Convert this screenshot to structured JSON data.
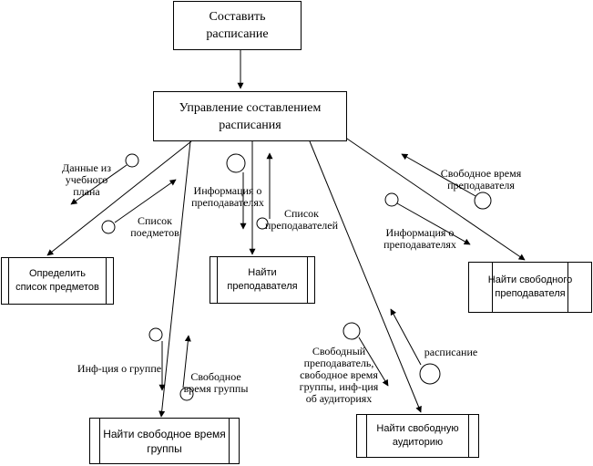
{
  "nodes": {
    "root": {
      "text": "Составить\nрасписание"
    },
    "manager": {
      "text": "Управление составлением\nрасписания"
    },
    "subjects": {
      "text": "Определить\nсписок предметов"
    },
    "teachers": {
      "text": "Найти\nпреподавателя"
    },
    "free_teacher": {
      "text": "Найти свободного\nпреподавателя"
    },
    "group_time": {
      "text": "Найти свободное время\nгруппы"
    },
    "room": {
      "text": "Найти свободную\nаудиторию"
    }
  },
  "labels": {
    "plan_data": "Данные из\nучебного\nплана",
    "subject_list": "Список\nпоедметов",
    "teacher_info": "Информация о\nпреподавателях",
    "teacher_list": "Список\nпреподавателей",
    "free_time_teacher": "Свободное время\nпреподавателя",
    "teacher_info_2": "Информация о\nпреподавателях",
    "group_info": "Инф-ция о группе",
    "group_free_time": "Свободное\nвремя группы",
    "room_request": "Свободный\nпреподаватель,\nсвободное время\nгруппы, инф-ция\nоб аудиториях",
    "schedule": "расписание"
  }
}
